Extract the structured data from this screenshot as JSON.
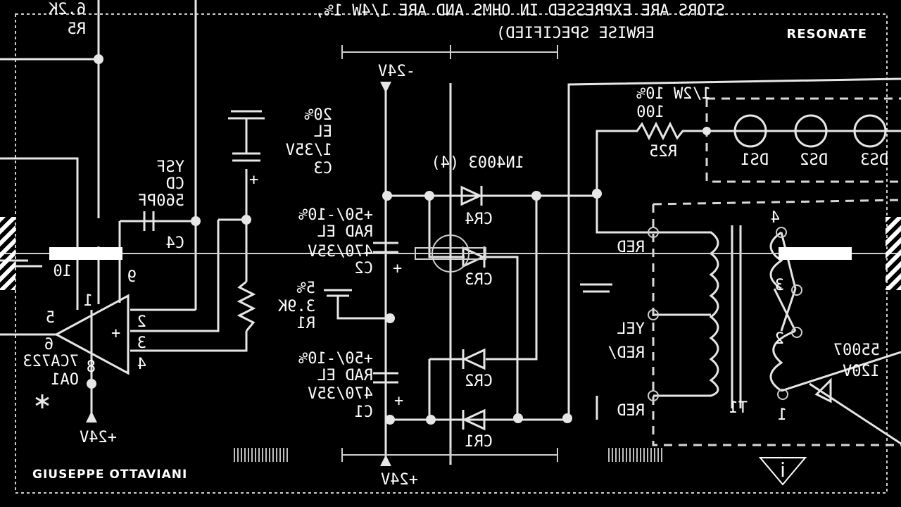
{
  "video": {
    "channel_logo": "RESONATE",
    "artist": "GIUSEPPE OTTAVIANI"
  },
  "schematic": {
    "style": "mirrored",
    "notes": [
      "STORS ARE EXPRESSED IN OHMS AND ARE 1/4W 1%,",
      "ERWISE SPECIFIED)"
    ],
    "labels": {
      "r5": [
        "R5",
        "6.2K"
      ],
      "neg_supply": "-24V",
      "pos_supply_bottom": "+24V",
      "pos_supply_left": "+24V",
      "diode_part": "1N4003 (4)",
      "c3": [
        "20%",
        "EL",
        "1/35V",
        "C3"
      ],
      "c4": [
        "YSF",
        "CD",
        "560PF",
        "C4"
      ],
      "c2": [
        "+50/-10%",
        "RAD EL",
        "470/35V",
        "C2"
      ],
      "c1": [
        "+50/-10%",
        "RAD EL",
        "470/35V",
        "C1"
      ],
      "r1": [
        "5%",
        "3.9K",
        "R1"
      ],
      "r25": [
        "1/2W 10%",
        "100",
        "R25"
      ],
      "cr4": "CR4",
      "cr3": "CR3",
      "cr2": "CR2",
      "cr1": "CR1",
      "ds1": "DS1",
      "ds2": "DS2",
      "ds3": "DS3",
      "red_top": "RED",
      "red_bottom": "RED",
      "red_yel": [
        "RED/",
        "YEL"
      ],
      "t1": "T1",
      "xfmr": [
        "55007",
        "120V"
      ],
      "oa1": [
        "7CA723",
        "OA1"
      ],
      "pins": [
        "9",
        "1",
        "2",
        "3",
        "4",
        "5",
        "6",
        "8",
        "4",
        "3",
        "2",
        "1"
      ],
      "misc": [
        "10",
        "+"
      ]
    }
  },
  "overlay": {
    "stripe_color": "#ffffff",
    "info_symbol": "i"
  }
}
